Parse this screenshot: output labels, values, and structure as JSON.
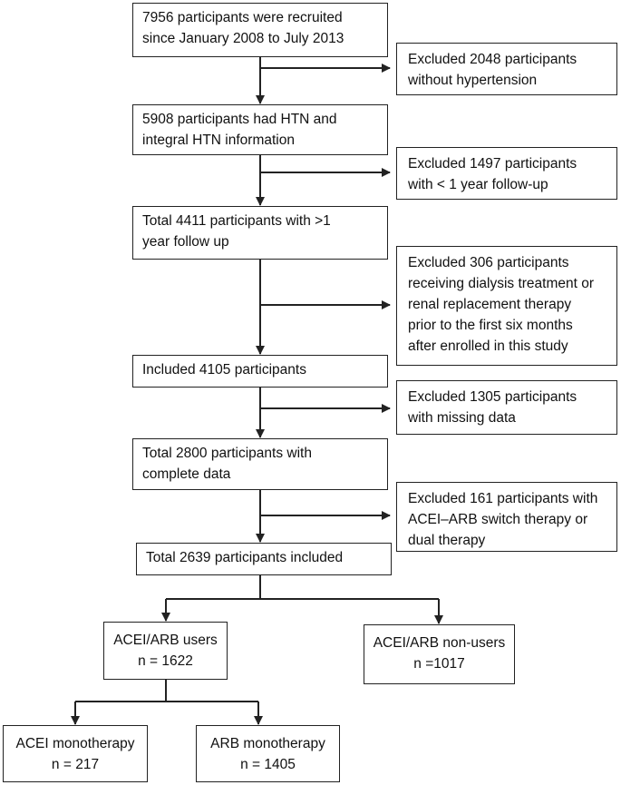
{
  "boxes": {
    "recruited": [
      "7956 participants were recruited",
      "since January 2008 to July 2013"
    ],
    "excl_hypertension": [
      "Excluded 2048 participants",
      "without hypertension"
    ],
    "htn": [
      "5908 participants had HTN and",
      "integral HTN information"
    ],
    "excl_followup": [
      "Excluded 1497 participants",
      "with < 1 year follow-up"
    ],
    "followup": [
      "Total 4411 participants with >1",
      "year follow up"
    ],
    "excl_dialysis": [
      "Excluded 306 participants",
      "receiving dialysis treatment or",
      "renal replacement therapy",
      "prior to the first six months",
      "after enrolled in this study"
    ],
    "included": [
      "Included 4105 participants"
    ],
    "excl_missing": [
      "Excluded 1305 participants",
      "with missing data"
    ],
    "complete": [
      "Total 2800 participants with",
      "complete data"
    ],
    "excl_switch": [
      "Excluded 161 participants with",
      "ACEI–ARB switch therapy or",
      "dual therapy"
    ],
    "total_included": [
      "Total 2639 participants included"
    ],
    "users": [
      "ACEI/ARB users",
      "n = 1622"
    ],
    "nonusers": [
      "ACEI/ARB non-users",
      "n =1017"
    ],
    "acei": [
      "ACEI monotherapy",
      "n = 217"
    ],
    "arb": [
      "ARB monotherapy",
      "n = 1405"
    ]
  }
}
